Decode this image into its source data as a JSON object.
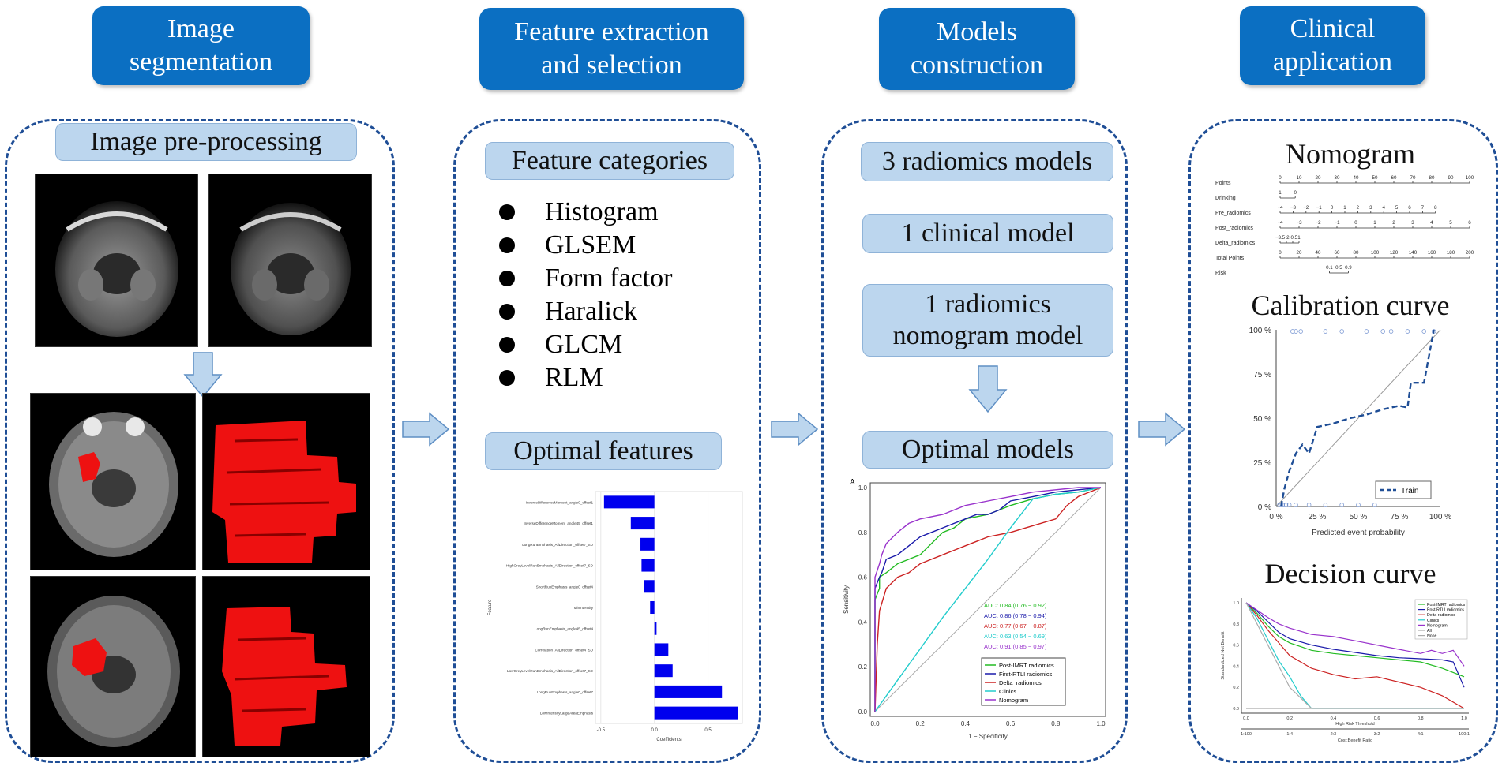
{
  "headers": [
    "Image\nsegmentation",
    "Feature extraction\nand selection",
    "Models\nconstruction",
    "Clinical\napplication"
  ],
  "panel1": {
    "label": "Image pre-processing"
  },
  "panel2": {
    "label1": "Feature categories",
    "categories": [
      "Histogram",
      "GLSEM",
      "Form factor",
      "Haralick",
      "GLCM",
      "RLM"
    ],
    "label2": "Optimal features"
  },
  "panel3": {
    "box1": "3 radiomics models",
    "box2": "1 clinical model",
    "box3": "1 radiomics\nnomogram model",
    "box4": "Optimal models"
  },
  "panel4": {
    "title1": "Nomogram",
    "title2": "Calibration curve",
    "title3": "Decision curve"
  },
  "chart_data": [
    {
      "type": "bar",
      "orientation": "horizontal",
      "categories": [
        "InverseDifferenceMoment_angle0_offset1",
        "InverseDifferenceMoment_angle45_offset1",
        "LongRunEmphasis_AllDirection_offset7_SD",
        "HighGreyLevelRunEmphasis_AllDirection_offset7_SD",
        "ShortRunEmphasis_angle0_offset4",
        "Minintensity",
        "LongRunEmphasis_angle45_offset4",
        "Correlation_AllDirection_offset4_SD",
        "LowGreyLevelRunEmphasis_AllDirection_offset7_SD",
        "LongRunEmphasis_angle0_offset7",
        "LowIntensityLargeAreaEmphasis"
      ],
      "values": [
        -0.47,
        -0.22,
        -0.13,
        -0.12,
        -0.1,
        -0.04,
        0.02,
        0.13,
        0.17,
        0.63,
        0.78
      ],
      "xlabel": "Coefficients",
      "ylabel": "Feature",
      "xticks": [
        -0.5,
        0.0,
        0.5
      ],
      "xlim": [
        -0.55,
        0.82
      ],
      "color": "#0000ee"
    },
    {
      "type": "line",
      "panel_label": "A",
      "xlabel": "1 − Specificity",
      "ylabel": "Sensitivity",
      "xlim": [
        0,
        1
      ],
      "ylim": [
        0,
        1
      ],
      "ticks": [
        0.0,
        0.2,
        0.4,
        0.6,
        0.8,
        1.0
      ],
      "auc_labels": [
        {
          "text": "AUC: 0.84 (0.76 − 0.92)",
          "color": "#22bb22"
        },
        {
          "text": "AUC: 0.86 (0.78 − 0.94)",
          "color": "#1a1aaa"
        },
        {
          "text": "AUC: 0.77 (0.67 − 0.87)",
          "color": "#cc2222"
        },
        {
          "text": "AUC: 0.63 (0.54 − 0.69)",
          "color": "#22cccc"
        },
        {
          "text": "AUC: 0.91 (0.85 − 0.97)",
          "color": "#9933cc"
        }
      ],
      "series": [
        {
          "name": "Post-IMRT radiomics",
          "color": "#22bb22",
          "x": [
            0,
            0,
            0.02,
            0.02,
            0.05,
            0.1,
            0.15,
            0.2,
            0.25,
            0.3,
            0.35,
            0.4,
            0.5,
            0.55,
            0.6,
            0.7,
            0.8,
            0.9,
            1.0
          ],
          "y": [
            0,
            0.5,
            0.55,
            0.6,
            0.62,
            0.66,
            0.68,
            0.7,
            0.75,
            0.8,
            0.82,
            0.86,
            0.88,
            0.9,
            0.92,
            0.95,
            0.97,
            0.98,
            1.0
          ]
        },
        {
          "name": "First-RTLI radiomics",
          "color": "#1a1aaa",
          "x": [
            0,
            0,
            0.02,
            0.03,
            0.05,
            0.1,
            0.15,
            0.2,
            0.25,
            0.3,
            0.35,
            0.4,
            0.45,
            0.5,
            0.55,
            0.6,
            0.7,
            0.8,
            0.9,
            1.0
          ],
          "y": [
            0,
            0.55,
            0.6,
            0.62,
            0.68,
            0.7,
            0.74,
            0.78,
            0.8,
            0.82,
            0.84,
            0.86,
            0.88,
            0.88,
            0.9,
            0.94,
            0.96,
            0.98,
            0.99,
            1.0
          ]
        },
        {
          "name": "Delta_radiomics",
          "color": "#cc2222",
          "x": [
            0,
            0.01,
            0.02,
            0.05,
            0.1,
            0.15,
            0.2,
            0.25,
            0.3,
            0.35,
            0.4,
            0.45,
            0.5,
            0.6,
            0.7,
            0.8,
            0.85,
            0.9,
            1.0
          ],
          "y": [
            0,
            0.3,
            0.45,
            0.55,
            0.6,
            0.62,
            0.66,
            0.68,
            0.7,
            0.72,
            0.74,
            0.76,
            0.78,
            0.8,
            0.83,
            0.86,
            0.92,
            0.96,
            1.0
          ]
        },
        {
          "name": "Clinics",
          "color": "#22cccc",
          "x": [
            0,
            0.1,
            0.2,
            0.3,
            0.4,
            0.5,
            0.6,
            0.7,
            0.75,
            0.8,
            0.9,
            1.0
          ],
          "y": [
            0,
            0.14,
            0.28,
            0.42,
            0.55,
            0.68,
            0.82,
            0.95,
            0.96,
            0.97,
            0.98,
            1.0
          ]
        },
        {
          "name": "Nomogram",
          "color": "#9933cc",
          "x": [
            0,
            0,
            0.02,
            0.03,
            0.05,
            0.1,
            0.15,
            0.2,
            0.3,
            0.4,
            0.5,
            0.6,
            0.7,
            0.8,
            0.9,
            1.0
          ],
          "y": [
            0,
            0.6,
            0.66,
            0.7,
            0.75,
            0.8,
            0.84,
            0.86,
            0.88,
            0.92,
            0.94,
            0.96,
            0.98,
            0.99,
            1.0,
            1.0
          ]
        }
      ]
    },
    {
      "type": "nomogram",
      "rows": [
        {
          "name": "Points",
          "ticks": [
            "0",
            "10",
            "20",
            "30",
            "40",
            "50",
            "60",
            "70",
            "80",
            "90",
            "100"
          ]
        },
        {
          "name": "Drinking",
          "ticks": [
            "1",
            "0"
          ]
        },
        {
          "name": "Pre_radiomics",
          "ticks": [
            "−4",
            "−3",
            "−2",
            "−1",
            "0",
            "1",
            "2",
            "3",
            "4",
            "5",
            "6",
            "7",
            "8"
          ]
        },
        {
          "name": "Post_radiomics",
          "ticks": [
            "−4",
            "−3",
            "−2",
            "−1",
            "0",
            "1",
            "2",
            "3",
            "4",
            "5",
            "6"
          ]
        },
        {
          "name": "Delta_radiomics",
          "ticks": [
            "−3.5",
            "−2",
            "−0.5",
            "1"
          ]
        },
        {
          "name": "Total Points",
          "ticks": [
            "0",
            "20",
            "40",
            "60",
            "80",
            "100",
            "120",
            "140",
            "160",
            "180",
            "200"
          ]
        },
        {
          "name": "Risk",
          "ticks": [
            "0.1",
            "0.5",
            "0.9"
          ]
        }
      ]
    },
    {
      "type": "line",
      "xlabel": "Predicted event probability",
      "xticks": [
        "0 %",
        "25 %",
        "50 %",
        "75 %",
        "100 %"
      ],
      "yticks": [
        "0 %",
        "25 %",
        "50 %",
        "75 %",
        "100 %"
      ],
      "xlim": [
        0,
        1
      ],
      "ylim": [
        0,
        1
      ],
      "legend": "Train",
      "series": [
        {
          "name": "Train",
          "color": "#1f4e96",
          "x": [
            0.03,
            0.05,
            0.08,
            0.12,
            0.16,
            0.2,
            0.25,
            0.3,
            0.35,
            0.45,
            0.55,
            0.65,
            0.75,
            0.8,
            0.82,
            0.9,
            0.92,
            0.95,
            0.96
          ],
          "y": [
            0.0,
            0.1,
            0.2,
            0.3,
            0.35,
            0.3,
            0.45,
            0.46,
            0.47,
            0.5,
            0.52,
            0.55,
            0.57,
            0.56,
            0.7,
            0.7,
            0.8,
            0.95,
            1.0
          ]
        }
      ]
    },
    {
      "type": "line",
      "xlabel": "High Risk Threshold",
      "x2label": "Cost:Benefit Ratio",
      "ylabel": "Standardized Net Benefit",
      "xticks": [
        "0.0",
        "0.2",
        "0.4",
        "0.6",
        "0.8",
        "1.0"
      ],
      "x2ticks": [
        "1:100",
        "1:4",
        "2:3",
        "3:2",
        "4:1",
        "100:1"
      ],
      "yticks": [
        "0.0",
        "0.2",
        "0.4",
        "0.6",
        "0.8",
        "1.0"
      ],
      "xlim": [
        0,
        1
      ],
      "ylim": [
        0,
        1
      ],
      "series": [
        {
          "name": "Post-IMRT radiomics",
          "color": "#22bb22",
          "x": [
            0,
            0.05,
            0.1,
            0.15,
            0.2,
            0.3,
            0.4,
            0.5,
            0.6,
            0.7,
            0.8,
            0.9,
            1.0
          ],
          "y": [
            1.0,
            0.9,
            0.78,
            0.68,
            0.62,
            0.55,
            0.52,
            0.5,
            0.48,
            0.46,
            0.44,
            0.38,
            0.3
          ]
        },
        {
          "name": "Post-RTLI radiomics",
          "color": "#1a1aaa",
          "x": [
            0,
            0.05,
            0.1,
            0.15,
            0.2,
            0.3,
            0.4,
            0.5,
            0.6,
            0.7,
            0.8,
            0.9,
            0.95,
            1.0
          ],
          "y": [
            1.0,
            0.92,
            0.82,
            0.72,
            0.66,
            0.6,
            0.56,
            0.53,
            0.5,
            0.48,
            0.47,
            0.46,
            0.44,
            0.2
          ]
        },
        {
          "name": "Delta-radiomics",
          "color": "#cc2222",
          "x": [
            0,
            0.05,
            0.1,
            0.15,
            0.2,
            0.3,
            0.4,
            0.5,
            0.6,
            0.7,
            0.8,
            0.9,
            1.0
          ],
          "y": [
            1.0,
            0.88,
            0.74,
            0.62,
            0.5,
            0.38,
            0.32,
            0.28,
            0.3,
            0.25,
            0.2,
            0.12,
            0.0
          ]
        },
        {
          "name": "Clinics",
          "color": "#22cccc",
          "x": [
            0,
            0.05,
            0.1,
            0.15,
            0.2,
            0.25,
            0.3,
            1.0
          ],
          "y": [
            1.0,
            0.85,
            0.65,
            0.45,
            0.3,
            0.12,
            0.0,
            0.0
          ]
        },
        {
          "name": "Nomogram",
          "color": "#9933cc",
          "x": [
            0,
            0.05,
            0.1,
            0.15,
            0.2,
            0.3,
            0.4,
            0.5,
            0.6,
            0.7,
            0.8,
            0.85,
            0.9,
            0.95,
            1.0
          ],
          "y": [
            1.0,
            0.93,
            0.86,
            0.8,
            0.76,
            0.7,
            0.68,
            0.64,
            0.6,
            0.56,
            0.52,
            0.55,
            0.52,
            0.55,
            0.4
          ]
        },
        {
          "name": "All",
          "color": "#aaaaaa",
          "x": [
            0,
            0.1,
            0.2,
            0.3
          ],
          "y": [
            1.0,
            0.6,
            0.2,
            0.0
          ]
        },
        {
          "name": "None",
          "color": "#aaaaaa",
          "x": [
            0,
            1.0
          ],
          "y": [
            0.0,
            0.0
          ]
        }
      ]
    }
  ]
}
